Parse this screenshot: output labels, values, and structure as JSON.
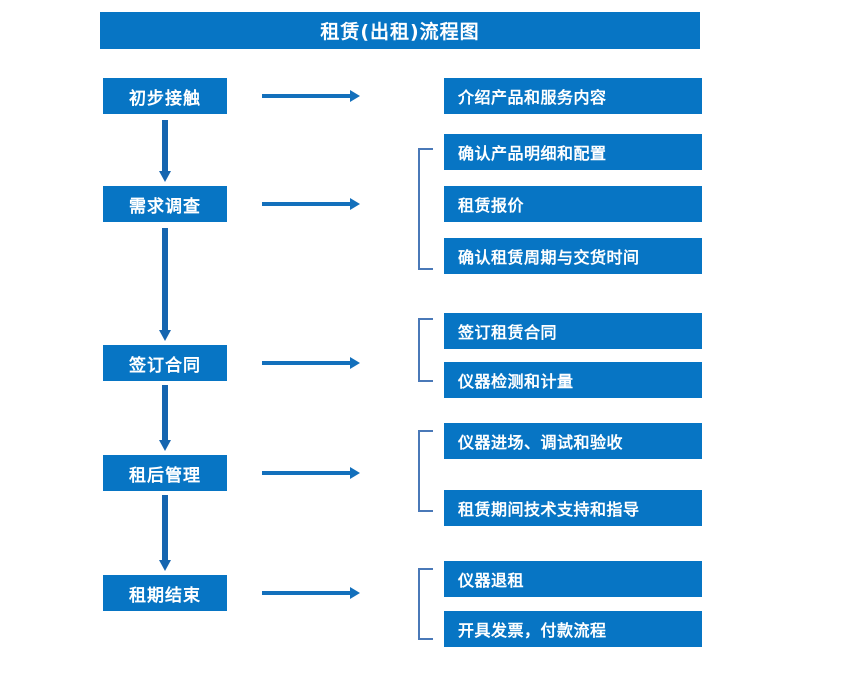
{
  "title": "租赁(出租)流程图",
  "colors": {
    "box_fill": "#0775C4",
    "box_text": "#FFFFFF",
    "arrow": "#1370BC",
    "bracket": "#4A79B8",
    "background": "#FFFFFF"
  },
  "stages": [
    {
      "label": "初步接触"
    },
    {
      "label": "需求调查"
    },
    {
      "label": "签订合同"
    },
    {
      "label": "租后管理"
    },
    {
      "label": "租期结束"
    }
  ],
  "details": [
    {
      "label": "介绍产品和服务内容"
    },
    {
      "label": "确认产品明细和配置"
    },
    {
      "label": "租赁报价"
    },
    {
      "label": "确认租赁周期与交货时间"
    },
    {
      "label": "签订租赁合同"
    },
    {
      "label": "仪器检测和计量"
    },
    {
      "label": "仪器进场、调试和验收"
    },
    {
      "label": "租赁期间技术支持和指导"
    },
    {
      "label": "仪器退租"
    },
    {
      "label": "开具发票，付款流程"
    }
  ],
  "groups": [
    {
      "stage": "需求调查",
      "detail_indices": [
        1,
        2,
        3
      ]
    },
    {
      "stage": "签订合同",
      "detail_indices": [
        4,
        5
      ]
    },
    {
      "stage": "租后管理",
      "detail_indices": [
        6,
        7
      ]
    },
    {
      "stage": "租期结束",
      "detail_indices": [
        8,
        9
      ]
    }
  ],
  "connectors": {
    "vertical_count": 4,
    "horizontal_count": 5
  }
}
